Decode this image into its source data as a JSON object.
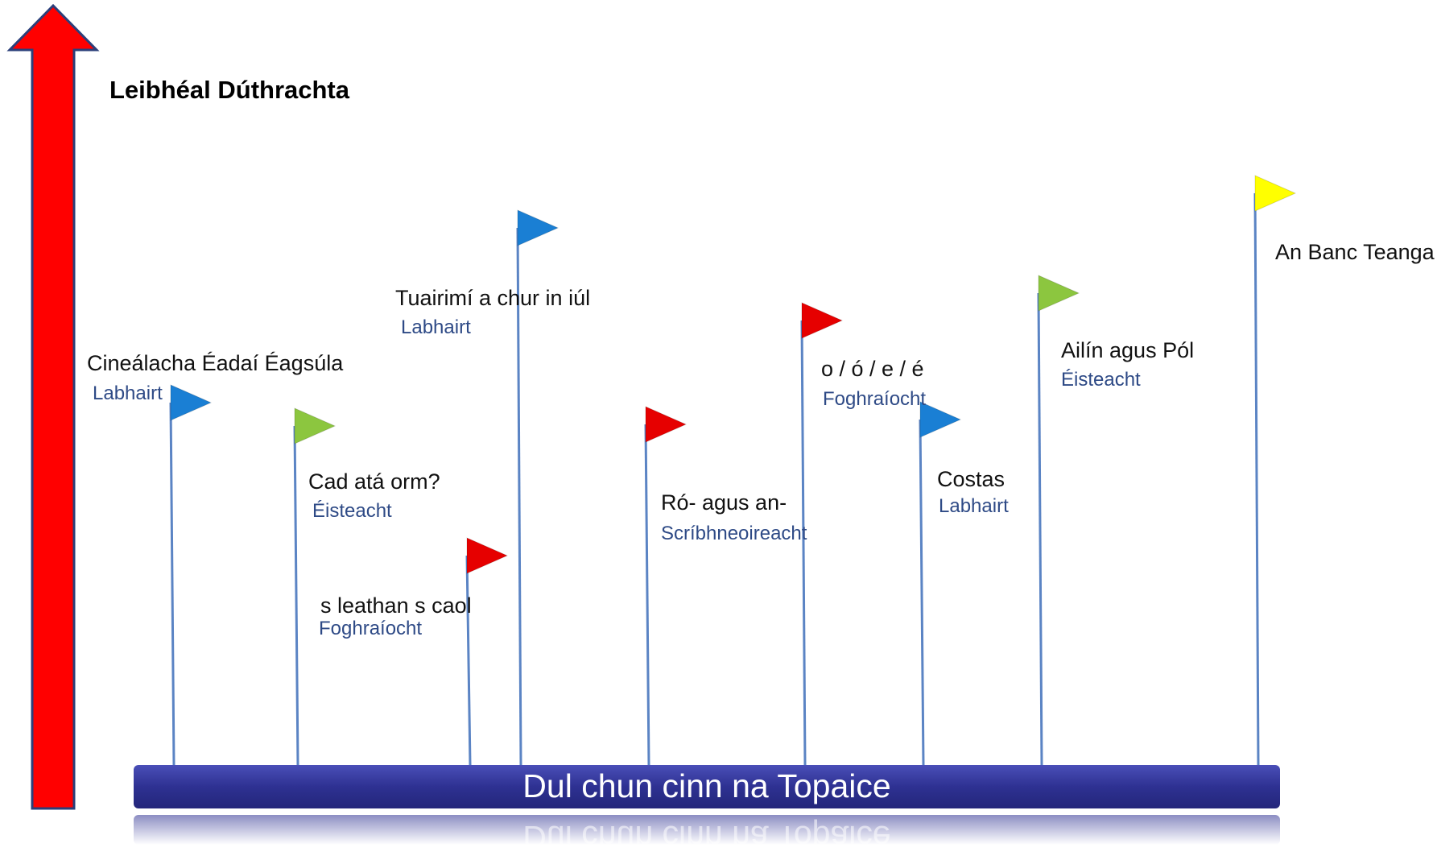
{
  "axis_title": "Leibhéal Dúthrachta",
  "progress_bar_label": "Dul chun cinn na Topaice",
  "colors": {
    "arrow": "#ff0000",
    "arrow_border": "#2b3f7a",
    "bar": "#2e3192",
    "pole": "#5b84c4",
    "flag_blue": "#1a7fd4",
    "flag_green": "#8cc63f",
    "flag_red": "#e60000",
    "flag_yellow": "#ffff00"
  },
  "flags": [
    {
      "topic": "Cineálacha Éadaí Éagsúla",
      "skill": "Labhairt",
      "color": "blue"
    },
    {
      "topic": "Cad atá orm?",
      "skill": "Éisteacht",
      "color": "green"
    },
    {
      "topic": "s leathan s caol",
      "skill": "Foghraíocht",
      "color": "red"
    },
    {
      "topic": "Tuairimí a chur in iúl",
      "skill": "Labhairt",
      "color": "blue"
    },
    {
      "topic": "Ró- agus an-",
      "skill": "Scríbhneoireacht",
      "color": "red"
    },
    {
      "topic": "o / ó / e / é",
      "skill": "Foghraíocht",
      "color": "red"
    },
    {
      "topic": "Costas",
      "skill": "Labhairt",
      "color": "blue"
    },
    {
      "topic": "Ailín agus Pól",
      "skill": "Éisteacht",
      "color": "green"
    },
    {
      "topic": "An Banc Teanga",
      "skill": "",
      "color": "yellow"
    }
  ]
}
